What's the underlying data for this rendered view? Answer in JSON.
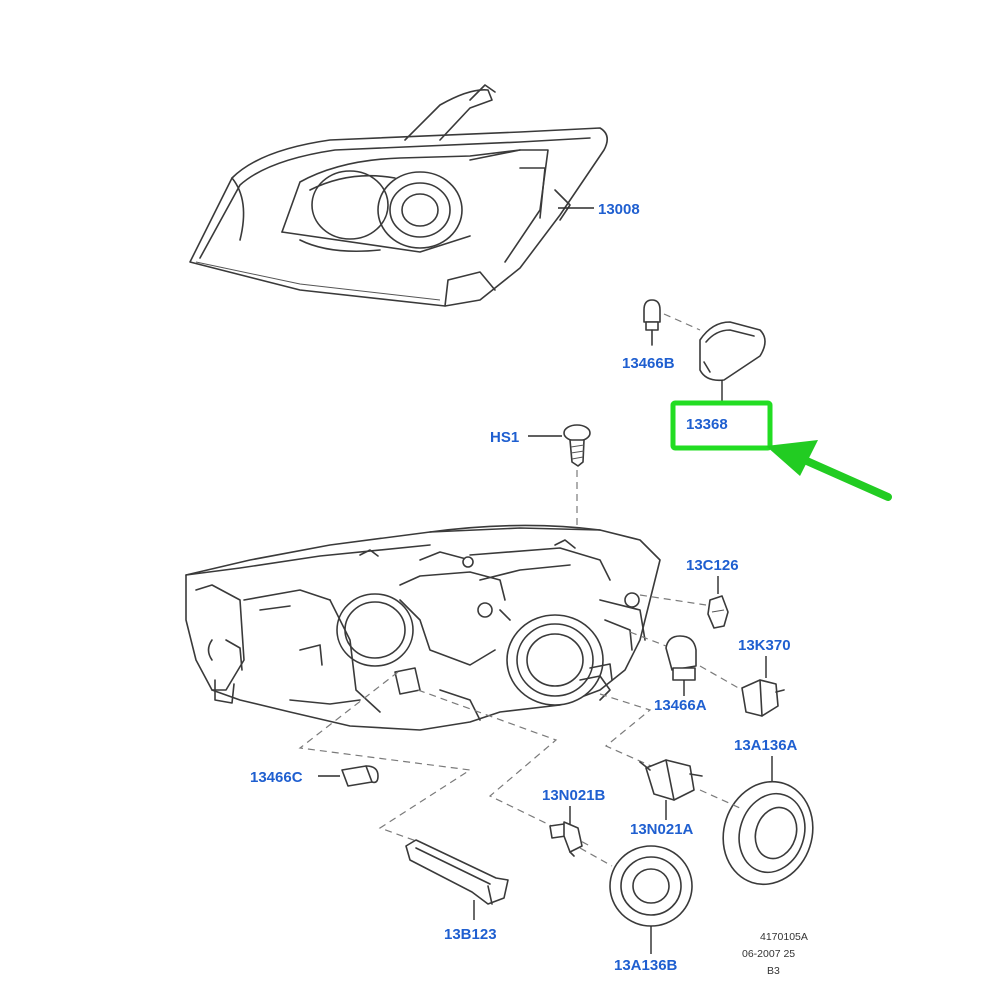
{
  "labels": {
    "p13008": "13008",
    "p13466B": "13466B",
    "p13368": "13368",
    "pHS1": "HS1",
    "p13C126": "13C126",
    "p13K370": "13K370",
    "p13466A": "13466A",
    "p13A136A": "13A136A",
    "p13466C": "13466C",
    "p13N021B": "13N021B",
    "p13N021A": "13N021A",
    "p13B123": "13B123",
    "p13A136B": "13A136B"
  },
  "footer": {
    "line1": "4170105A",
    "line2": "06-2007 25",
    "line3": "B3"
  },
  "highlight": {
    "box_color": "#22dd22",
    "arrow_color": "#22cc22",
    "label_color": "#1f5fd0"
  }
}
